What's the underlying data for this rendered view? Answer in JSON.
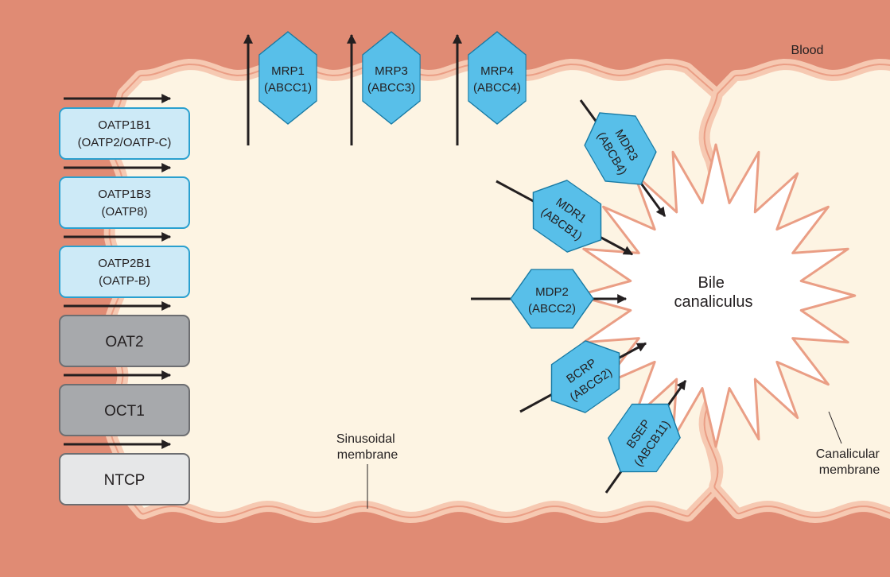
{
  "labels": {
    "blood": "Blood",
    "bile_canaliculus": [
      "Bile",
      "canaliculus"
    ],
    "sinusoidal_membrane": [
      "Sinusoidal",
      "membrane"
    ],
    "canalicular_membrane": [
      "Canalicular",
      "membrane"
    ]
  },
  "uptake_transporters": [
    {
      "lines": [
        "OATP1B1",
        "(OATP2/OATP-C)"
      ],
      "kind": "OATP",
      "color": "#cdeaf7"
    },
    {
      "lines": [
        "OATP1B3",
        "(OATP8)"
      ],
      "kind": "OATP",
      "color": "#cdeaf7"
    },
    {
      "lines": [
        "OATP2B1",
        "(OATP-B)"
      ],
      "kind": "OATP",
      "color": "#cdeaf7"
    },
    {
      "lines": [
        "OAT2"
      ],
      "kind": "OAT",
      "color": "#a7a9ac"
    },
    {
      "lines": [
        "OCT1"
      ],
      "kind": "OCT",
      "color": "#a7a9ac"
    },
    {
      "lines": [
        "NTCP"
      ],
      "kind": "NTCP",
      "color": "#e6e7e8"
    }
  ],
  "basolateral_efflux": [
    {
      "lines": [
        "MRP1",
        "(ABCC1)"
      ]
    },
    {
      "lines": [
        "MRP3",
        "(ABCC3)"
      ]
    },
    {
      "lines": [
        "MRP4",
        "(ABCC4)"
      ]
    }
  ],
  "canalicular_efflux": [
    {
      "lines": [
        "MDR3",
        "(ABCB4)"
      ]
    },
    {
      "lines": [
        "MDR1",
        "(ABCB1)"
      ]
    },
    {
      "lines": [
        "MDP2",
        "(ABCC2)"
      ]
    },
    {
      "lines": [
        "BCRP",
        "(ABCG2)"
      ]
    },
    {
      "lines": [
        "BSEP",
        "(ABCB11)"
      ]
    }
  ],
  "colors": {
    "blood": "#e08b74",
    "cell": "#fdf4e3",
    "membrane_outer": "#f6c9b2",
    "membrane_line": "#ea9e85",
    "hexagon": "#58bfe9",
    "hexagon_stroke": "#1779a3",
    "oatp_box_stroke": "#2aa0cf",
    "gray_box_stroke": "#6d6e71",
    "arrow": "#231f20"
  }
}
